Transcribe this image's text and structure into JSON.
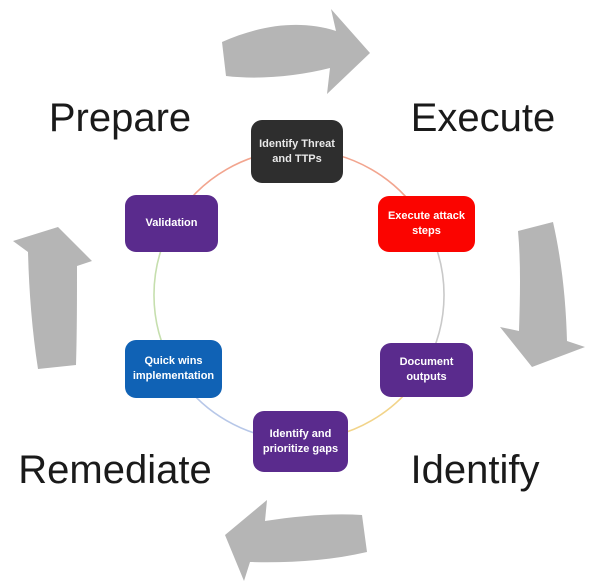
{
  "diagram": {
    "background": "#ffffff",
    "arrow_color": "#b5b5b5",
    "phases": [
      {
        "id": "prepare",
        "label": "Prepare"
      },
      {
        "id": "execute",
        "label": "Execute"
      },
      {
        "id": "remediate",
        "label": "Remediate"
      },
      {
        "id": "identify",
        "label": "Identify"
      }
    ],
    "steps": [
      {
        "label": "Identify Threat and TTPs",
        "color": "#2e2e2e",
        "text_color": "#e9e9e9"
      },
      {
        "label": "Execute attack steps",
        "color": "#fb0400",
        "text_color": "#ffffff"
      },
      {
        "label": "Document outputs",
        "color": "#5a2b8d",
        "text_color": "#ffffff"
      },
      {
        "label": "Identify and prioritize gaps",
        "color": "#5a2b8d",
        "text_color": "#ffffff"
      },
      {
        "label": "Quick wins implementation",
        "color": "#1062b5",
        "text_color": "#ffffff"
      },
      {
        "label": "Validation",
        "color": "#5a2b8d",
        "text_color": "#ffffff"
      }
    ],
    "arc_colors": {
      "top_right": "#f2a58f",
      "right": "#c9c9c9",
      "bottom_right": "#f2d48a",
      "bottom_left": "#b7c7e8",
      "left": "#c6dfae",
      "top_left": "#f2a58f"
    }
  }
}
